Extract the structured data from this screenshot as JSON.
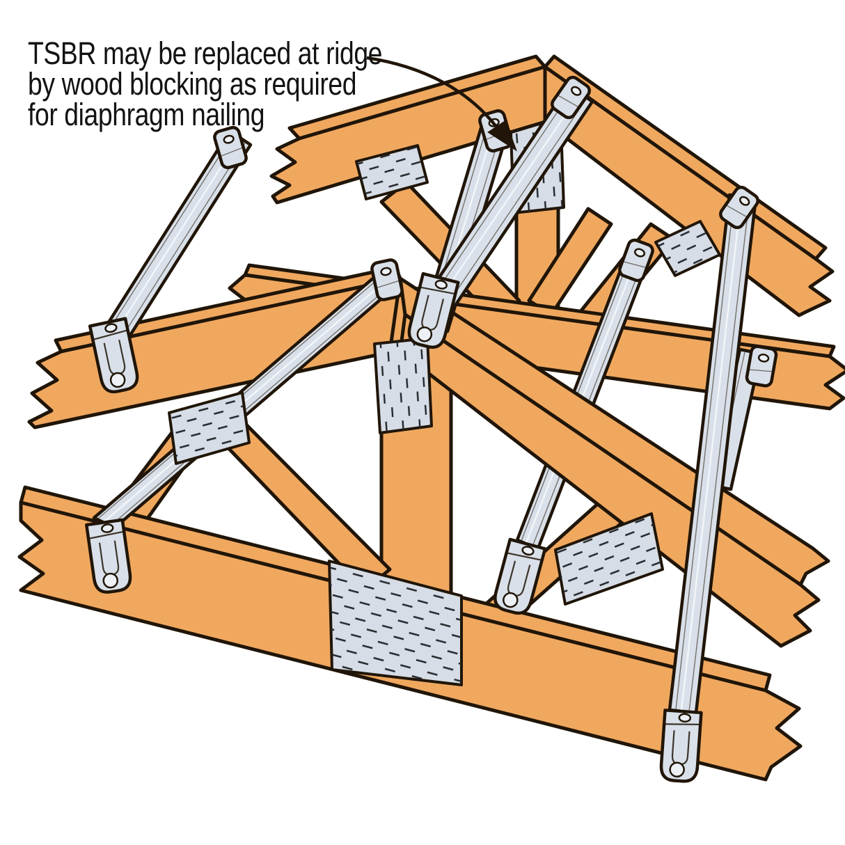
{
  "annotation": {
    "lines": [
      "TSBR may be replaced at ridge",
      "by wood blocking as required",
      "for diaphragm nailing"
    ]
  },
  "colors": {
    "background": "#FFFFFF",
    "wood": "#F0A85F",
    "metal": "#D9E0E9",
    "metal_highlight": "#F4F7FA",
    "plate": "#D6DDE6",
    "plate_dash": "#23262B",
    "outline": "#201508",
    "hole": "#EDF1F5",
    "text": "#121212"
  },
  "icons": {
    "arrow": "curved-annotation-arrow"
  }
}
